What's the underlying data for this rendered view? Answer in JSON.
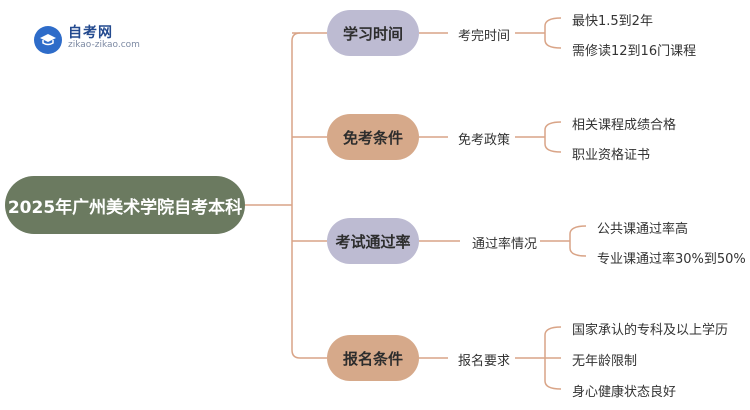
{
  "logo": {
    "title": "自考网",
    "subtitle": "zikao-zikao.com",
    "icon": "graduation-cap-icon"
  },
  "root": {
    "label": "2025年广州美术学院自考本科"
  },
  "colors": {
    "root": "#6b7a60",
    "purple": "#bdbbd2",
    "orange": "#d6a98a",
    "line": "#d9a487"
  },
  "branches": [
    {
      "label": "学习时间",
      "mid": "考完时间",
      "leaves": [
        "最快1.5到2年",
        "需修读12到16门课程"
      ]
    },
    {
      "label": "免考条件",
      "mid": "免考政策",
      "leaves": [
        "相关课程成绩合格",
        "职业资格证书"
      ]
    },
    {
      "label": "考试通过率",
      "mid": "通过率情况",
      "leaves": [
        "公共课通过率高",
        "专业课通过率30%到50%"
      ]
    },
    {
      "label": "报名条件",
      "mid": "报名要求",
      "leaves": [
        "国家承认的专科及以上学历",
        "无年龄限制",
        "身心健康状态良好"
      ]
    }
  ]
}
